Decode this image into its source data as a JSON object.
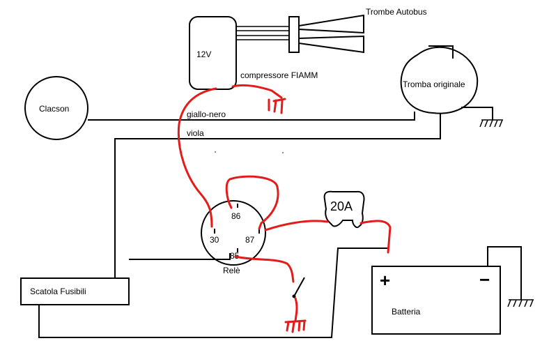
{
  "labels": {
    "trombe_autobus": "Trombe Autobus",
    "compressor_voltage": "12V",
    "compressore": "compressore FIAMM",
    "tromba_originale": "Tromba originale",
    "clacson": "Clacson",
    "wire_giallo_nero": "giallo-nero",
    "wire_viola": "viola",
    "relay_pin_86": "86",
    "relay_pin_30": "30",
    "relay_pin_87": "87",
    "relay_pin_85": "85",
    "relay_name": "Relè",
    "fuse": "20A",
    "scatola_fusibili": "Scatola Fusibili",
    "batteria": "Batteria",
    "battery_plus": "+",
    "battery_minus": "−"
  },
  "colors": {
    "wire_black": "#000000",
    "wire_red": "#e41b1b",
    "background": "#ffffff"
  },
  "icons": [
    "ground-icon",
    "switch-icon",
    "horn-icon",
    "fuse-icon",
    "battery-icon",
    "relay-icon"
  ]
}
